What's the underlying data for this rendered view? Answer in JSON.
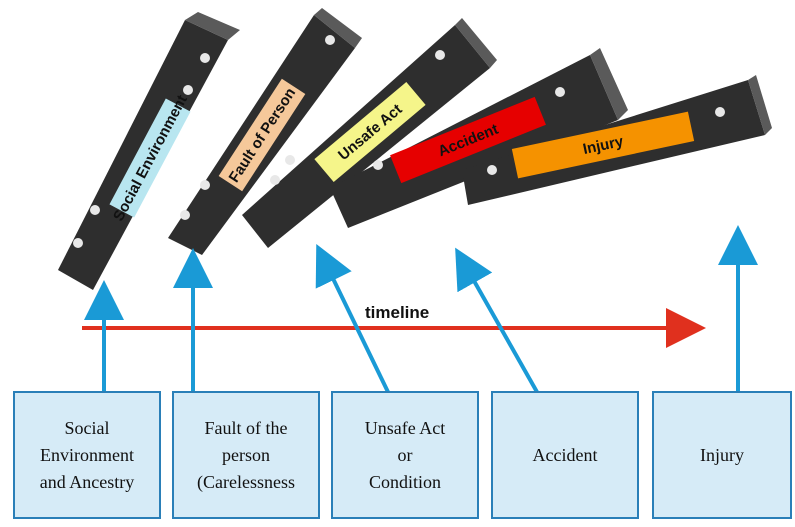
{
  "dominoes": [
    {
      "label": "Social Environment",
      "label_color": "#b8e6f0"
    },
    {
      "label": "Fault of Person",
      "label_color": "#f5c89a"
    },
    {
      "label": "Unsafe Act",
      "label_color": "#f5f58a"
    },
    {
      "label": "Accident",
      "label_color": "#e60000"
    },
    {
      "label": "Injury",
      "label_color": "#f59200"
    }
  ],
  "timeline": {
    "label": "timeline",
    "color": "#e0301e"
  },
  "boxes": [
    {
      "label": "Social\nEnvironment\nand Ancestry"
    },
    {
      "label": "Fault of the\nperson\n(Carelessness"
    },
    {
      "label": "Unsafe Act\nor\nCondition"
    },
    {
      "label": "Accident"
    },
    {
      "label": "Injury"
    }
  ],
  "colors": {
    "arrow": "#1a9ad6",
    "box_fill": "#d6ebf7",
    "box_border": "#2a7fb8",
    "domino": "#3a3a3a"
  }
}
